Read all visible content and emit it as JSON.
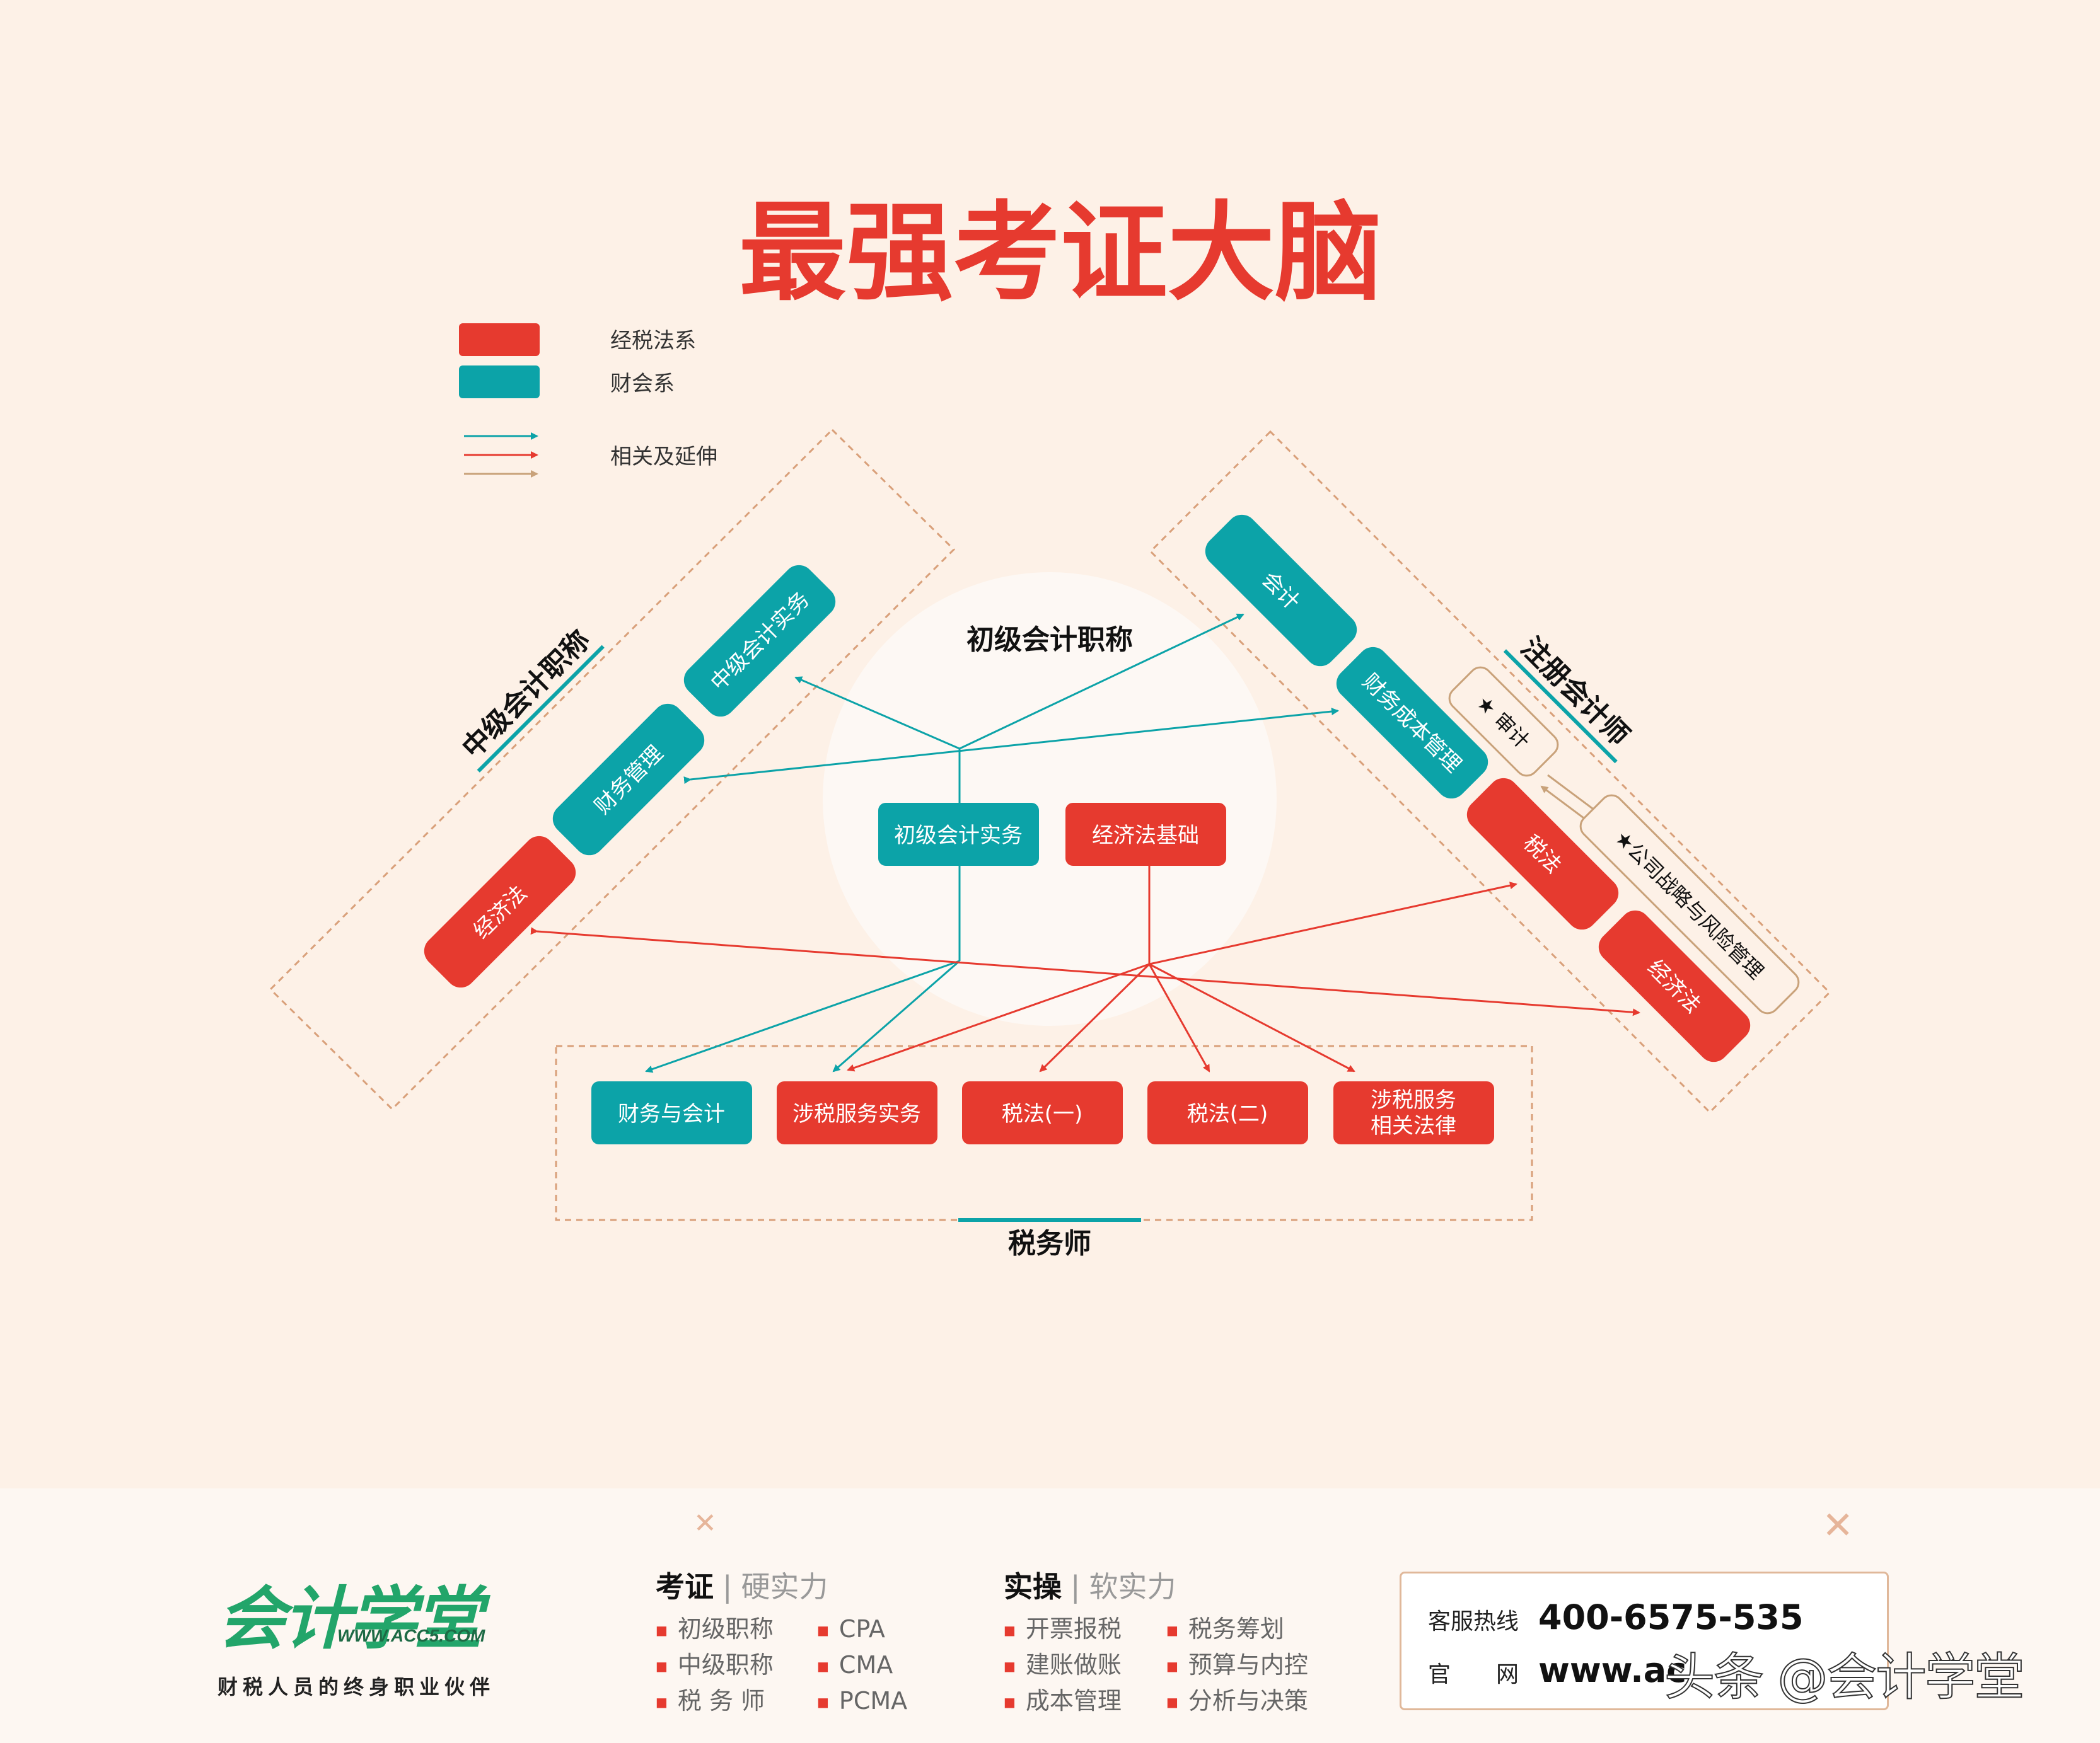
{
  "title": "最强考证大脑",
  "colors": {
    "law_red": "#e63a2f",
    "accounting_teal": "#0ca3a8",
    "related_brown": "#c9a27a",
    "title_red": "#e63a2f"
  },
  "legend": {
    "law_series": "经税法系",
    "accounting_series": "财会系",
    "relation": "相关及延伸"
  },
  "center": {
    "title": "初级会计职称",
    "boxes": [
      "初级会计实务",
      "经济法基础"
    ]
  },
  "intermediate": {
    "title": "中级会计职称",
    "boxes": [
      "中级会计实务",
      "财务管理",
      "经济法"
    ]
  },
  "cpa": {
    "title": "注册会计师",
    "boxes": [
      "会计",
      "财务成本管理",
      "税法",
      "经济法"
    ],
    "related_boxes": [
      "★ 审计",
      "★公司战略与风险管理"
    ]
  },
  "tax_advisor": {
    "title": "税务师",
    "boxes": [
      "财务与会计",
      "涉税服务实务",
      "税法(一)",
      "税法(二)"
    ],
    "last_box": [
      "涉税服务",
      "相关法律"
    ]
  },
  "footer": {
    "logo": "会计学堂",
    "logo_url": "WWW.ACC5.COM",
    "slogan": "财税人员的终身职业伙伴",
    "col1": {
      "head_bold": "考证",
      "head_soft": "硬实力",
      "items_a": [
        "初级职称",
        "中级职称",
        "税 务 师"
      ],
      "items_b": [
        "CPA",
        "CMA",
        "PCMA"
      ]
    },
    "col2": {
      "head_bold": "实操",
      "head_soft": "软实力",
      "items_a": [
        "开票报税",
        "建账做账",
        "成本管理"
      ],
      "items_b": [
        "税务筹划",
        "预算与内控",
        "分析与决策"
      ]
    },
    "contact": {
      "hotline_label": "客服热线",
      "hotline": "400-6575-535",
      "site_label": "官　　网",
      "site": "www.ac"
    },
    "watermark": "头条 @会计学堂"
  }
}
